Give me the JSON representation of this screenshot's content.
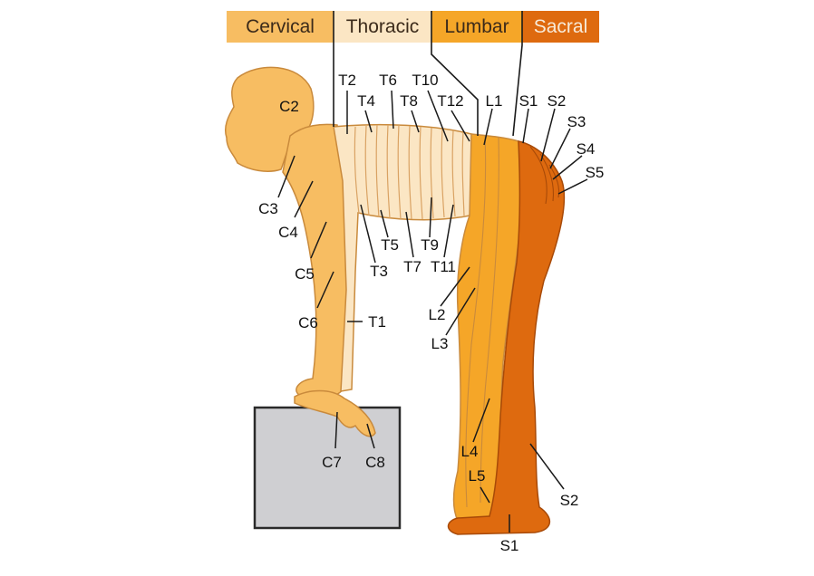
{
  "regions": [
    {
      "label": "Cervical",
      "color": "#f7bd62"
    },
    {
      "label": "Thoracic",
      "color": "#fbe6c4"
    },
    {
      "label": "Lumbar",
      "color": "#f5a628"
    },
    {
      "label": "Sacral",
      "color": "#de6a0f"
    }
  ],
  "dermatome_labels": {
    "C2": "C2",
    "C3": "C3",
    "C4": "C4",
    "C5": "C5",
    "C6": "C6",
    "C7": "C7",
    "C8": "C8",
    "T1": "T1",
    "T2": "T2",
    "T3": "T3",
    "T4": "T4",
    "T5": "T5",
    "T6": "T6",
    "T7": "T7",
    "T8": "T8",
    "T9": "T9",
    "T10": "T10",
    "T11": "T11",
    "T12": "T12",
    "L1": "L1",
    "L2": "L2",
    "L3": "L3",
    "L4": "L4",
    "L5": "L5",
    "S1_back": "S1",
    "S2_back": "S2",
    "S3": "S3",
    "S4": "S4",
    "S5": "S5",
    "S1_foot": "S1",
    "S2_leg": "S2"
  }
}
